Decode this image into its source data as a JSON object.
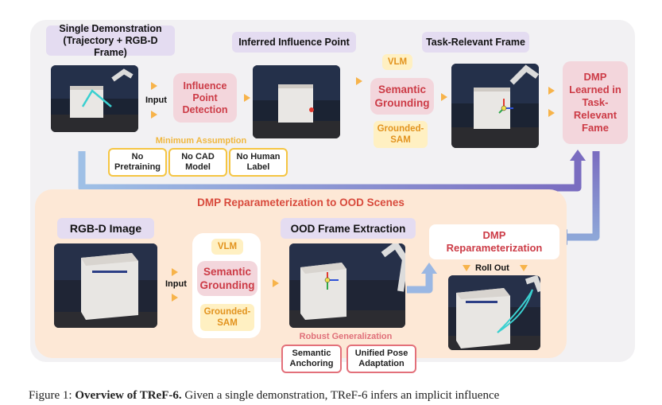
{
  "top": {
    "title_single": "Single Demonstration",
    "title_single_sub": "(Trajectory + RGB-D Frame)",
    "title_inferred": "Inferred Influence Point",
    "title_task_frame": "Task-Relevant Frame",
    "input_label": "Input",
    "influence_detection": [
      "Influence",
      "Point",
      "Detection"
    ],
    "vlm": "VLM",
    "semantic_grounding": [
      "Semantic",
      "Grounding"
    ],
    "grounded_sam": [
      "Grounded-",
      "SAM"
    ],
    "dmp_learned": [
      "DMP",
      "Learned in",
      "Task-",
      "Relevant",
      "Fame"
    ],
    "minimum_assumption": "Minimum Assumption",
    "assumptions": [
      [
        "No",
        "Pretraining"
      ],
      [
        "No CAD",
        "Model"
      ],
      [
        "No Human",
        "Label"
      ]
    ]
  },
  "bottom": {
    "section_title": "DMP Reparameterization to OOD Scenes",
    "title_rgbd": "RGB-D Image",
    "input_label": "Input",
    "vlm": "VLM",
    "semantic_grounding": [
      "Semantic",
      "Grounding"
    ],
    "grounded_sam": [
      "Grounded-",
      "SAM"
    ],
    "title_ood": "OOD Frame Extraction",
    "robust_generalization": "Robust Generalization",
    "robust_items": [
      [
        "Semantic",
        "Anchoring"
      ],
      [
        "Unified Pose",
        "Adaptation"
      ]
    ],
    "dmp_reparam": [
      "DMP",
      "Reparameterization"
    ],
    "roll_out": "Roll Out"
  },
  "caption": {
    "prefix": "Figure 1: ",
    "bold": "Overview of TReF-6.",
    "rest": " Given a single demonstration, TReF-6 infers an implicit influence"
  },
  "colors": {
    "panel_bg": "#f2f1f3",
    "bottom_bg": "#fde8d6",
    "label_bg": "#e4dcf1",
    "pink_box": "#f3d6dc",
    "pink_text": "#cc3b46",
    "yellow_box": "#fff0c2",
    "yellow_text": "#e2931e",
    "arrow_blue": "#8ea7d8",
    "arrow_purple": "#7b6bbd"
  }
}
